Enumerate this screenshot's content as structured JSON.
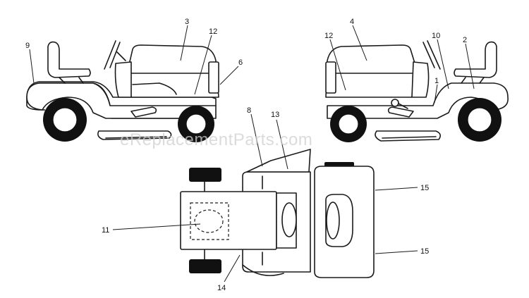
{
  "watermark": "eReplacementParts.com",
  "callouts": {
    "c1": "1",
    "c2": "2",
    "c3": "3",
    "c4": "4",
    "c6": "6",
    "c8": "8",
    "c9": "9",
    "c10": "10",
    "c11": "11",
    "c12a": "12",
    "c12b": "12",
    "c13": "13",
    "c14": "14",
    "c15a": "15",
    "c15b": "15"
  }
}
